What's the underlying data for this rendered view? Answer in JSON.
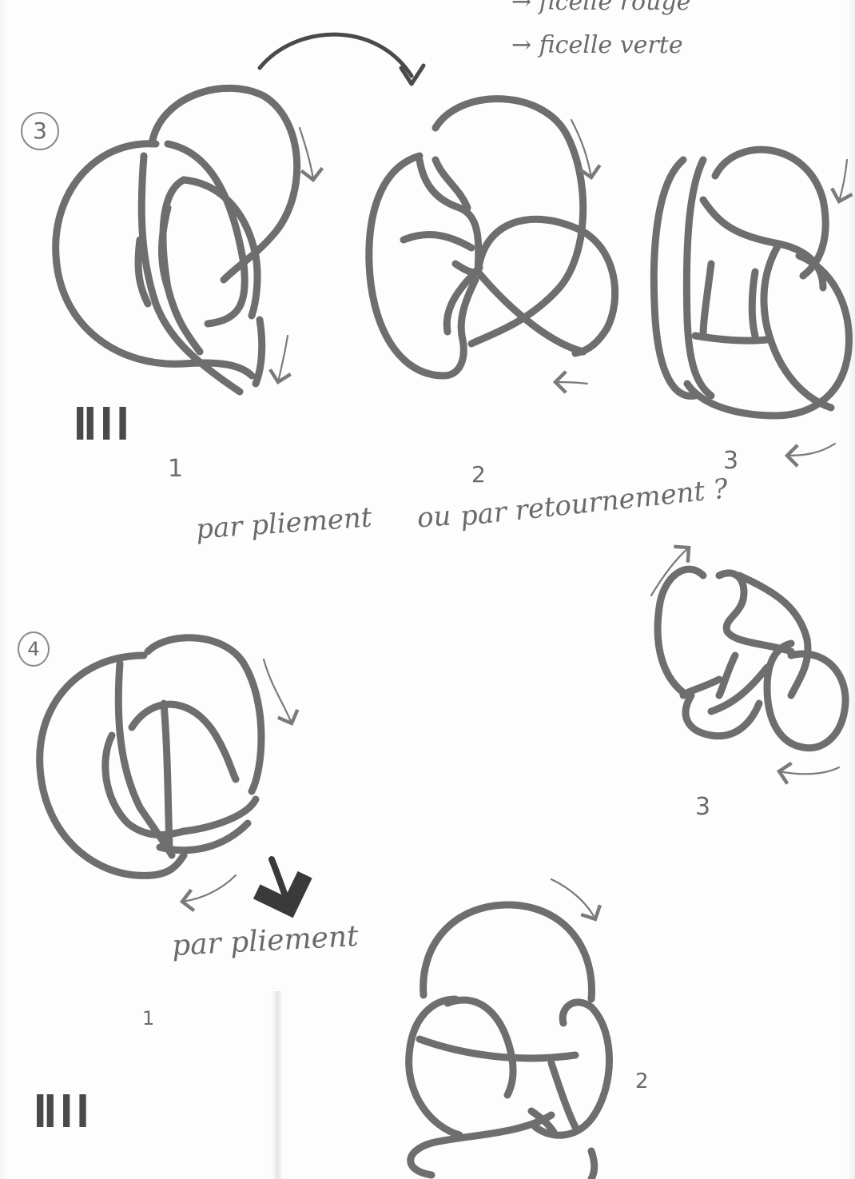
{
  "header": {
    "note_red": "→ ficelle rouge",
    "note_green": "→ ficelle verte"
  },
  "section3": {
    "marker": "3",
    "tally": "ǁǀǀ",
    "label_1": "1",
    "label_2": "2",
    "label_3": "3",
    "caption_part1": "par pliement",
    "caption_conj": "ou",
    "caption_part2": "par retournement ?"
  },
  "section4": {
    "marker": "4",
    "caption": "par pliement",
    "label_1": "1",
    "label_2": "2",
    "label_3": "3",
    "tally": "ǁǀǀ"
  },
  "colors": {
    "strand": "#6e6e6e",
    "pen": "#7a7a7a",
    "paper": "#fdfdfd"
  }
}
